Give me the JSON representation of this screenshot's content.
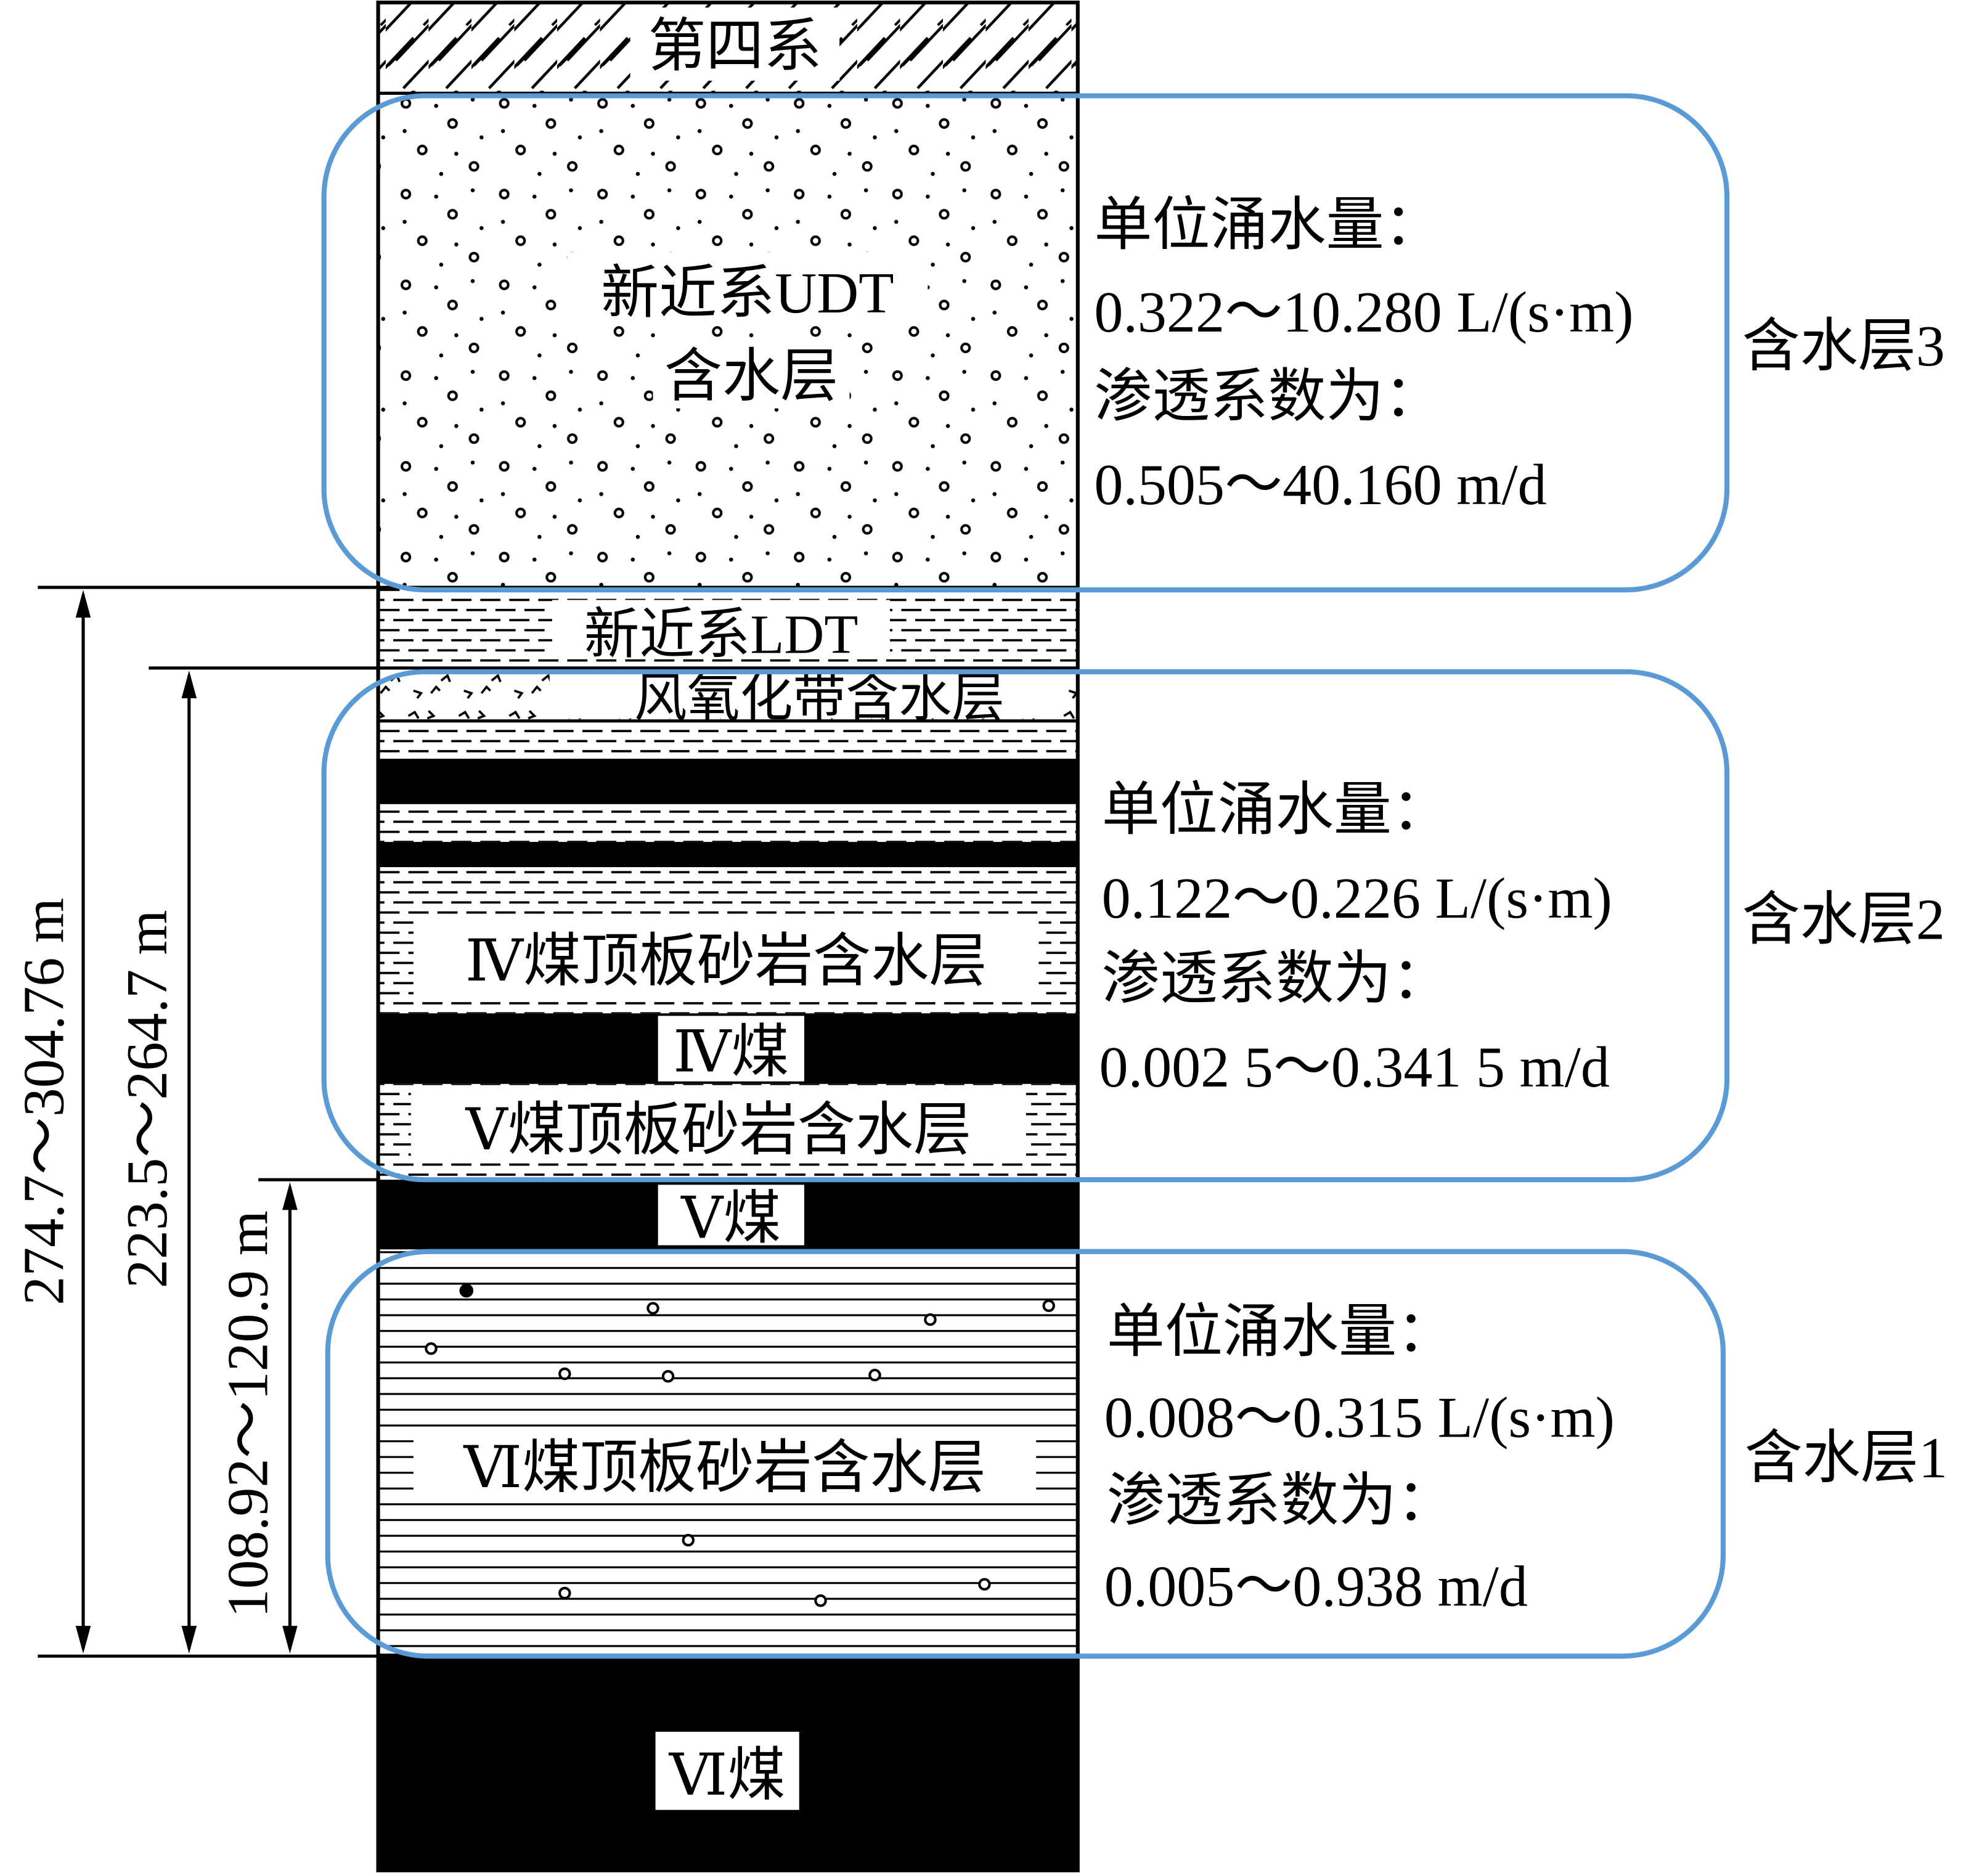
{
  "layers": {
    "quaternary": "第四系",
    "udt_line1": "新近系UDT",
    "udt_line2": "含水层",
    "ldt": "新近系LDT",
    "weathered": "风氧化带含水层",
    "coal4_roof": "Ⅳ煤顶板砂岩含水层",
    "coal4": "Ⅳ煤",
    "coal5_roof": "Ⅴ煤顶板砂岩含水层",
    "coal5": "Ⅴ煤",
    "coal6_roof": "Ⅵ煤顶板砂岩含水层",
    "coal6": "Ⅵ煤"
  },
  "aquifers": [
    {
      "name": "含水层3",
      "line1": "单位涌水量：",
      "line2": "0.322～10.280 L/(s·m)",
      "line3": "渗透系数为：",
      "line4": "0.505～40.160 m/d"
    },
    {
      "name": "含水层2",
      "line1": "单位涌水量：",
      "line2": "0.122～0.226 L/(s·m)",
      "line3": "渗透系数为：",
      "line4": "0.002 5～0.341 5 m/d"
    },
    {
      "name": "含水层1",
      "line1": "单位涌水量：",
      "line2": "0.008～0.315 L/(s·m)",
      "line3": "渗透系数为：",
      "line4": "0.005～0.938 m/d"
    }
  ],
  "dimensions": {
    "outer": "274.7～304.76 m",
    "middle": "223.5～264.7 m",
    "inner": "108.92～120.9 m"
  },
  "colors": {
    "aquifer_outline": "#5b9bd5",
    "ink": "#000000"
  }
}
